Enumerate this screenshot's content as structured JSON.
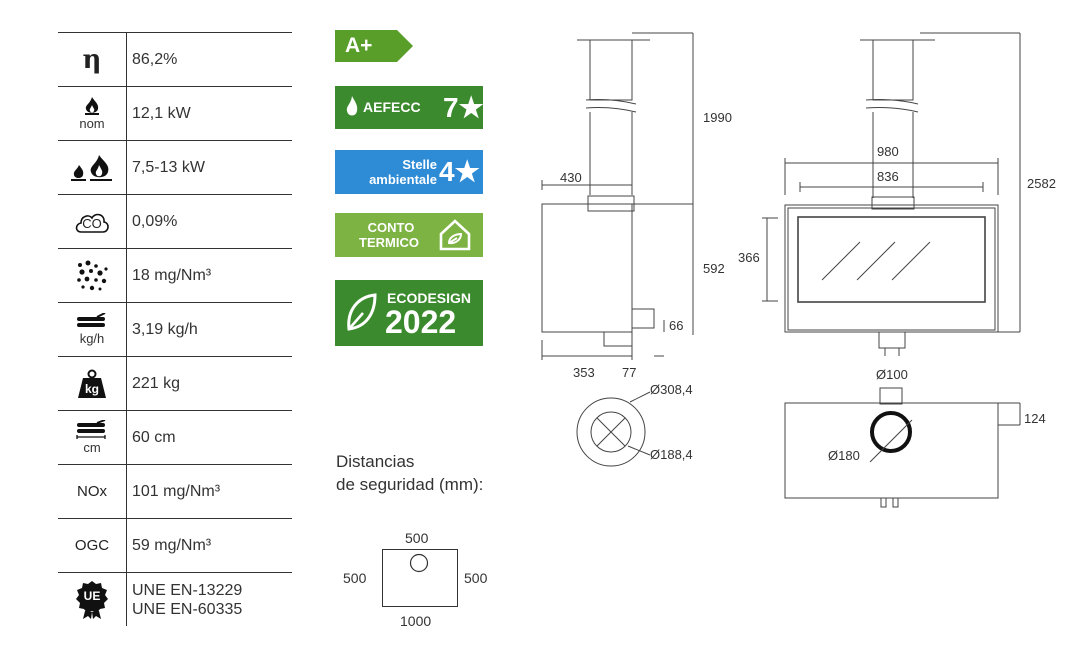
{
  "specs": [
    {
      "icon": "efficiency-eta-icon",
      "symbol": "η",
      "value": "86,2%"
    },
    {
      "icon": "nominal-power-flame-icon",
      "sub": "nom",
      "value": "12,1 kW"
    },
    {
      "icon": "power-range-flames-icon",
      "value": "7,5-13 kW"
    },
    {
      "icon": "co-emission-icon",
      "symbol": "CO",
      "value": "0,09%"
    },
    {
      "icon": "particles-icon",
      "value": "18 mg/Nm³"
    },
    {
      "icon": "wood-consumption-icon",
      "sub": "kg/h",
      "value": "3,19 kg/h"
    },
    {
      "icon": "weight-icon",
      "symbol": "kg",
      "value": "221 kg"
    },
    {
      "icon": "log-length-icon",
      "sub": "cm",
      "value": "60 cm"
    },
    {
      "icon": "nox-icon",
      "symbol": "NOx",
      "value": "101 mg/Nm³"
    },
    {
      "icon": "ogc-icon",
      "symbol": "OGC",
      "value": "59 mg/Nm³"
    },
    {
      "icon": "ue-seal-icon",
      "symbol": "UE",
      "value": "UNE EN-13229\nUNE EN-60335"
    }
  ],
  "badges": {
    "energy_class": "A+",
    "aefecc_label": "AEFECC",
    "aefecc_value": "7★",
    "stelle_line1": "Stelle",
    "stelle_line2": "ambientale",
    "stelle_value": "4★",
    "conto_line1": "CONTO",
    "conto_line2": "TERMICO",
    "ecodesign_label": "ECODESIGN",
    "ecodesign_year": "2022"
  },
  "distances": {
    "title_line1": "Distancias",
    "title_line2": "de seguridad (mm):",
    "top": "500",
    "left": "500",
    "right": "500",
    "bottom": "1000"
  },
  "side_view": {
    "height_top": "1990",
    "height_body": "592",
    "width_top": "430",
    "depth": "353",
    "offset": "77",
    "bottom_dim": "66",
    "outer_diameter": "Ø308,4",
    "inner_diameter": "Ø188,4"
  },
  "front_view": {
    "total_height": "2582",
    "width_outer": "980",
    "width_inner": "836",
    "glass_height": "366",
    "inlet_diameter": "Ø100",
    "flue_diameter": "Ø180",
    "top_depth": "124"
  },
  "colors": {
    "green": "#5a9e2a",
    "dark_green": "#3b8a2e",
    "blue": "#2e8bd6",
    "lime": "#7cb342"
  }
}
